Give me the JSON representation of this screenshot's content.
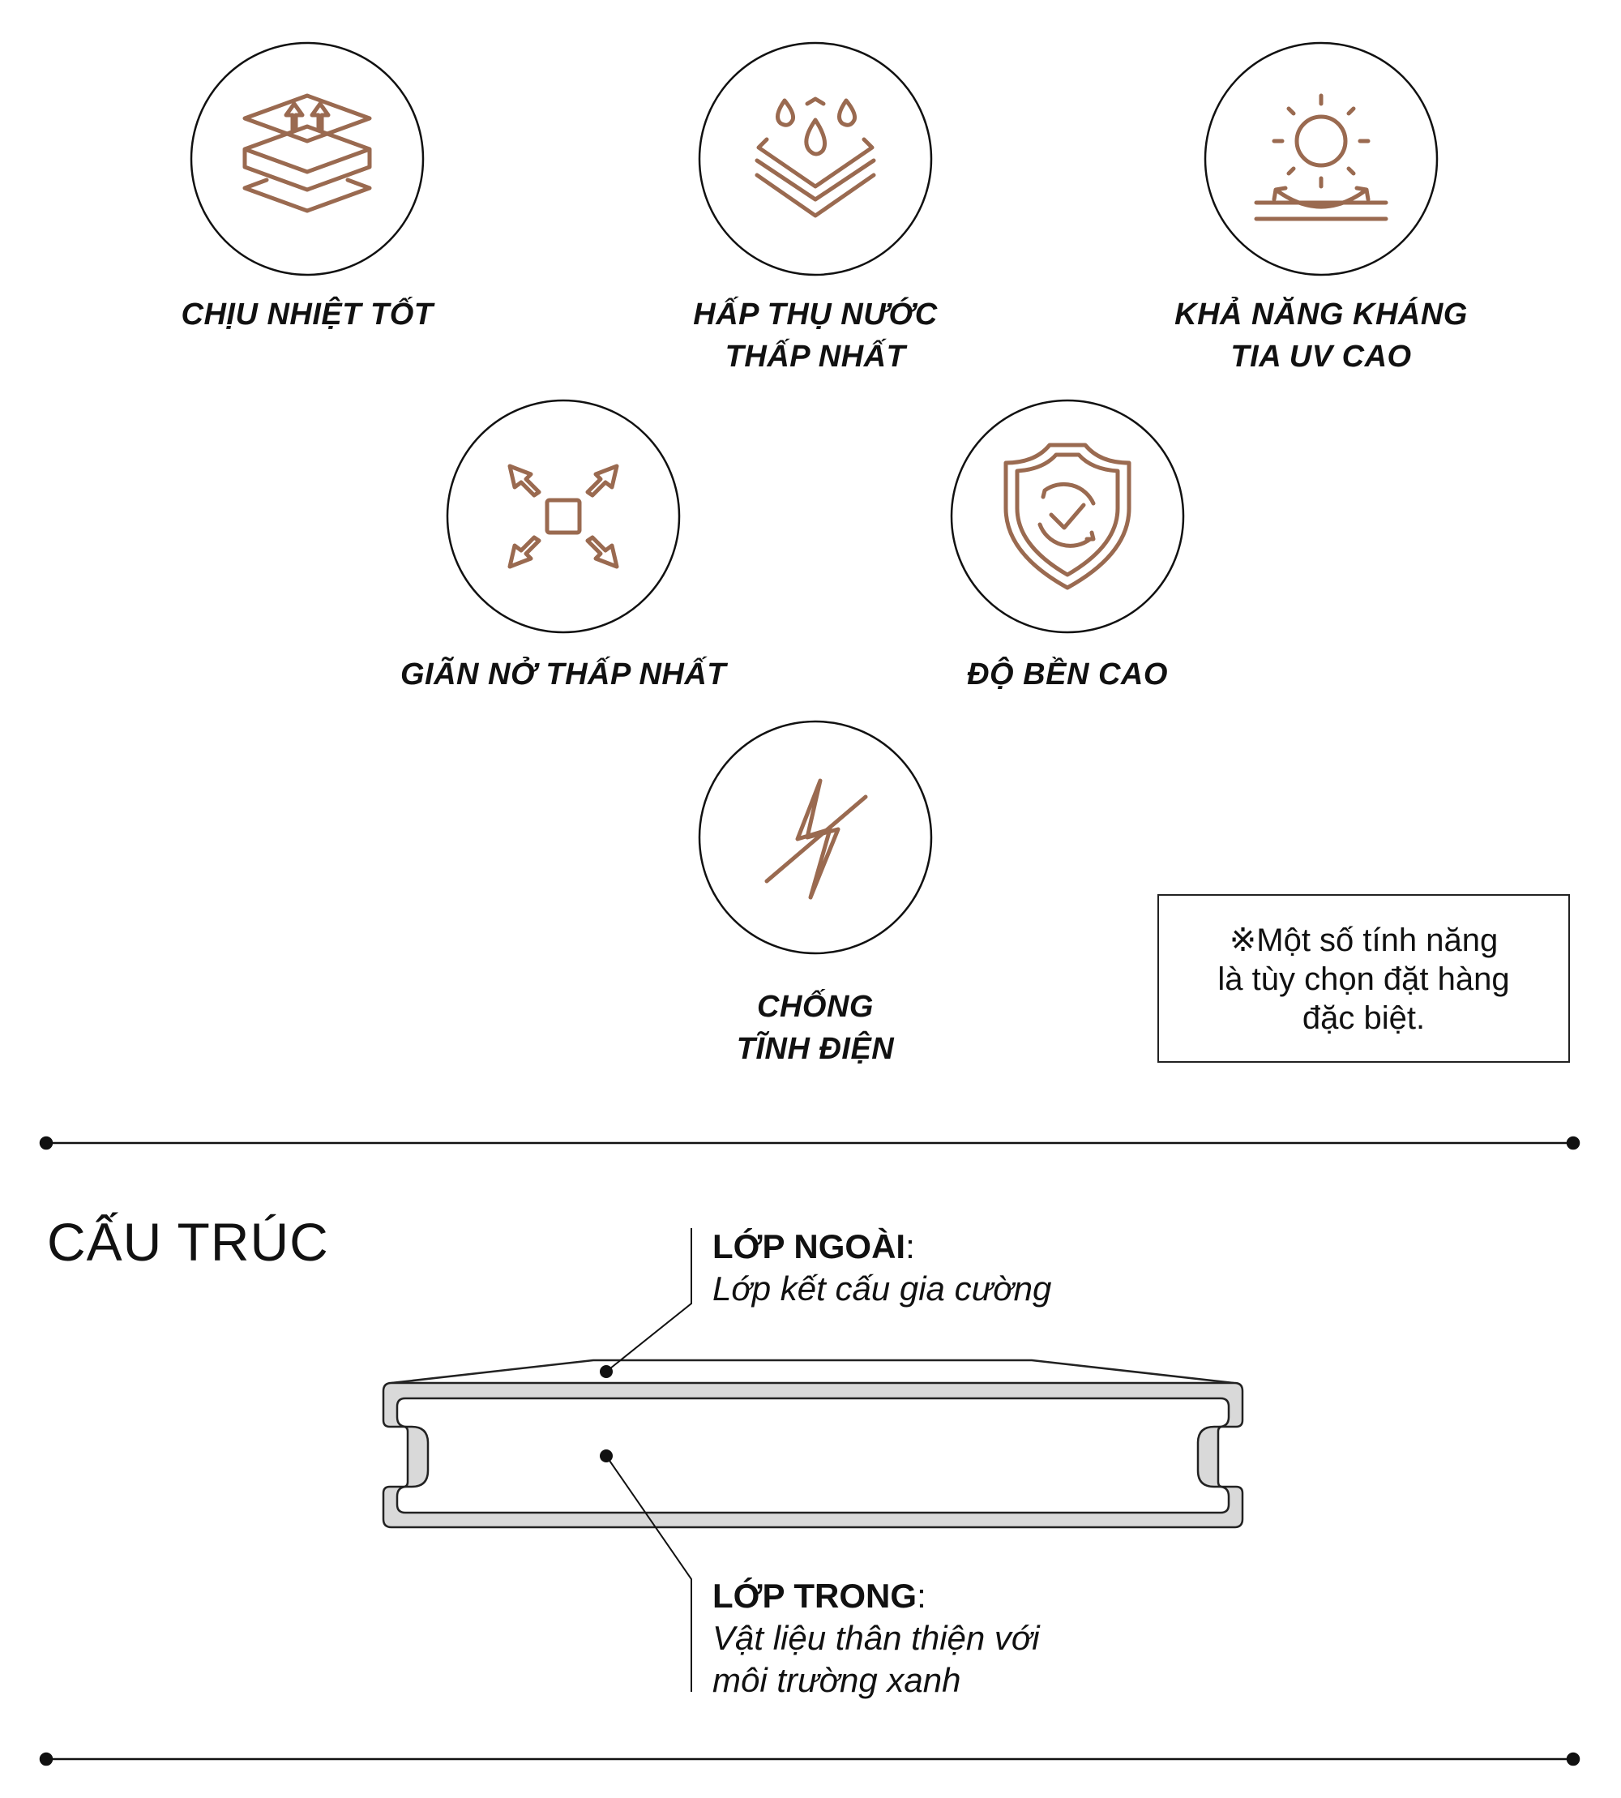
{
  "colors": {
    "icon": "#9a6a50",
    "line": "#222222",
    "board_fill": "#d9d9d9"
  },
  "features": [
    {
      "icon": "layers-arrows-up-icon",
      "line1": "CHỊU NHIỆT TỐT",
      "line2": ""
    },
    {
      "icon": "water-drops-layers-icon",
      "line1": "HẤP THỤ NƯỚC",
      "line2": "THẤP NHẤT"
    },
    {
      "icon": "sun-uv-icon",
      "line1": "KHẢ NĂNG KHÁNG",
      "line2": "TIA UV CAO"
    },
    {
      "icon": "expand-arrows-icon",
      "line1": "GIÃN NỞ THẤP NHẤT",
      "line2": ""
    },
    {
      "icon": "shield-check-icon",
      "line1": "ĐỘ BỀN CAO",
      "line2": ""
    },
    {
      "icon": "lightning-slash-icon",
      "line1": "CHỐNG",
      "line2": "TĨNH ĐIỆN"
    }
  ],
  "note": {
    "line1": "※Một số tính năng",
    "line2": "là tùy chọn đặt hàng",
    "line3": "đặc biệt."
  },
  "structure": {
    "title": "CẤU TRÚC",
    "outer": {
      "heading": "LỚP NGOÀI",
      "colon": ":",
      "desc": "Lớp kết cấu gia cường"
    },
    "inner": {
      "heading": "LỚP TRONG",
      "colon": ":",
      "desc1": "Vật liệu thân thiện với",
      "desc2": "môi trường xanh"
    }
  }
}
